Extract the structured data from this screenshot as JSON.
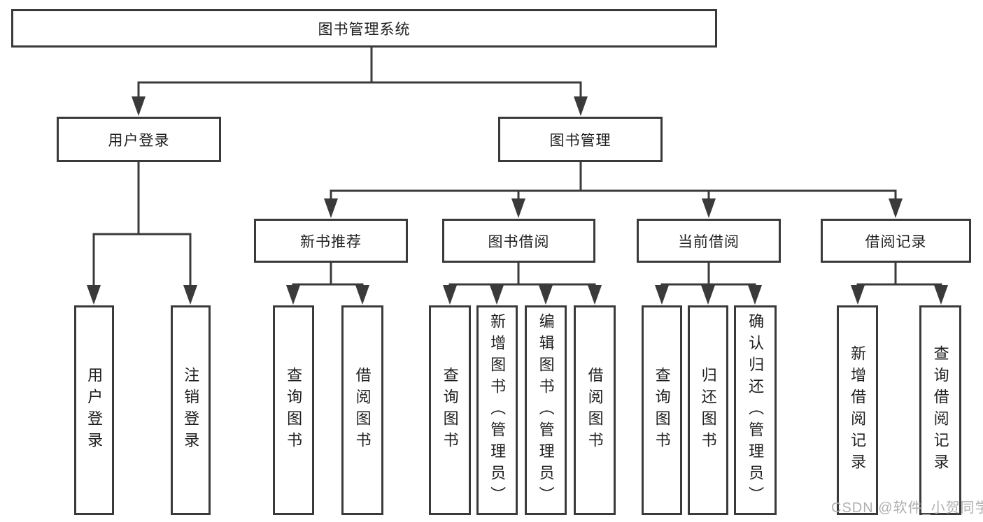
{
  "colors": {
    "background": "#ffffff",
    "line": "#3a3a3a",
    "box_border": "#3a3a3a",
    "text": "#1f1f1f",
    "watermark": "#b0b0b0"
  },
  "watermark": {
    "text": "CSDN @软件_小贺同学"
  },
  "tree": {
    "root": {
      "label": "图书管理系统"
    },
    "children": [
      {
        "label": "用户登录",
        "children": [
          {
            "label": "用户登录"
          },
          {
            "label": "注销登录"
          }
        ]
      },
      {
        "label": "图书管理",
        "children": [
          {
            "label": "新书推荐",
            "children": [
              {
                "label": "查询图书"
              },
              {
                "label": "借阅图书"
              }
            ]
          },
          {
            "label": "图书借阅",
            "children": [
              {
                "label": "查询图书"
              },
              {
                "label": "新增图书（管理员）"
              },
              {
                "label": "编辑图书（管理员）"
              },
              {
                "label": "借阅图书"
              }
            ]
          },
          {
            "label": "当前借阅",
            "children": [
              {
                "label": "查询图书"
              },
              {
                "label": "归还图书"
              },
              {
                "label": "确认归还（管理员）"
              }
            ]
          },
          {
            "label": "借阅记录",
            "children": [
              {
                "label": "新增借阅记录"
              },
              {
                "label": "查询借阅记录"
              }
            ]
          }
        ]
      }
    ]
  }
}
